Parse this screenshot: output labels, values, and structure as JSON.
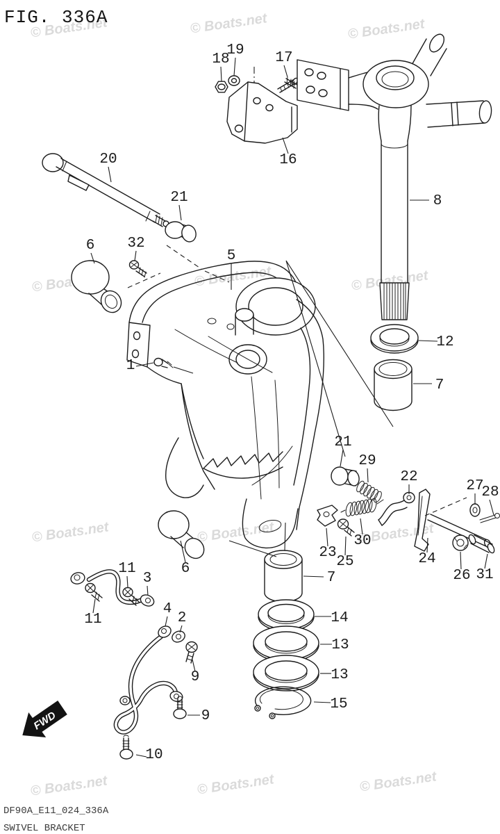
{
  "figure": {
    "title": "FIG. 336A",
    "code": "DF90A_E11_024_336A",
    "name": "SWIVEL BRACKET"
  },
  "watermark": "© Boats.net",
  "fwd": "FWD",
  "callouts": [
    {
      "num": "18"
    },
    {
      "num": "19"
    },
    {
      "num": "17"
    },
    {
      "num": "16"
    },
    {
      "num": "20"
    },
    {
      "num": "21"
    },
    {
      "num": "6"
    },
    {
      "num": "32"
    },
    {
      "num": "5"
    },
    {
      "num": "8"
    },
    {
      "num": "1"
    },
    {
      "num": "12"
    },
    {
      "num": "7"
    },
    {
      "num": "21"
    },
    {
      "num": "29"
    },
    {
      "num": "22"
    },
    {
      "num": "27"
    },
    {
      "num": "28"
    },
    {
      "num": "23"
    },
    {
      "num": "25"
    },
    {
      "num": "30"
    },
    {
      "num": "24"
    },
    {
      "num": "26"
    },
    {
      "num": "31"
    },
    {
      "num": "7"
    },
    {
      "num": "14"
    },
    {
      "num": "13"
    },
    {
      "num": "13"
    },
    {
      "num": "15"
    },
    {
      "num": "11"
    },
    {
      "num": "3"
    },
    {
      "num": "11"
    },
    {
      "num": "4"
    },
    {
      "num": "2"
    },
    {
      "num": "9"
    },
    {
      "num": "9"
    },
    {
      "num": "10"
    },
    {
      "num": "6"
    }
  ]
}
